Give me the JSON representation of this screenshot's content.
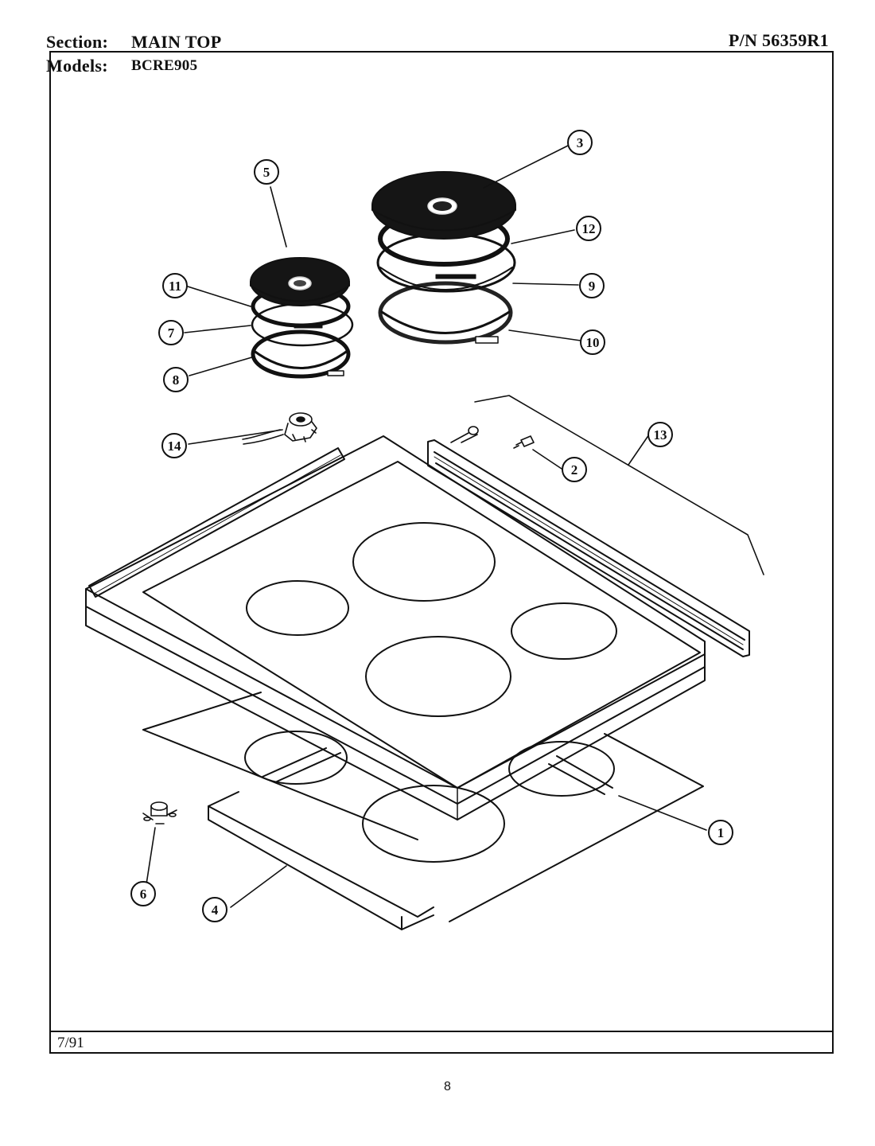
{
  "header": {
    "section_label": "Section:",
    "section_value": "MAIN TOP",
    "models_label": "Models:",
    "models_value": "BCRE905",
    "part_number": "P/N 56359R1"
  },
  "footer": {
    "date": "7/91",
    "page_number": "8"
  },
  "callouts": [
    "1",
    "2",
    "3",
    "4",
    "5",
    "6",
    "7",
    "8",
    "9",
    "10",
    "11",
    "12",
    "13",
    "14"
  ]
}
